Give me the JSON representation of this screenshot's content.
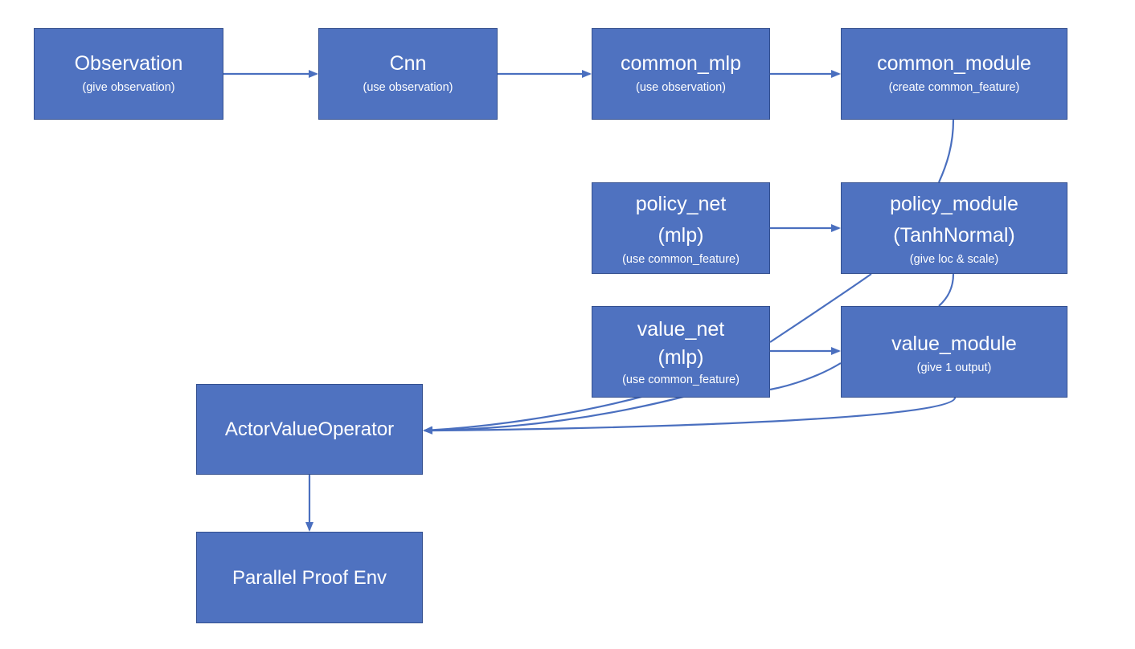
{
  "nodes": {
    "observation": {
      "title": "Observation",
      "sub": "(give observation)"
    },
    "cnn": {
      "title": "Cnn",
      "sub": "(use observation)"
    },
    "common_mlp": {
      "title": "common_mlp",
      "sub": "(use observation)"
    },
    "common_module": {
      "title": "common_module",
      "sub": "(create common_feature)"
    },
    "policy_net": {
      "title": "policy_net",
      "title2": "(mlp)",
      "sub": "(use common_feature)"
    },
    "policy_module": {
      "title": "policy_module",
      "title2": "(TanhNormal)",
      "sub": "(give loc & scale)"
    },
    "value_net": {
      "title": "value_net",
      "title2": "(mlp)",
      "sub": "(use common_feature)"
    },
    "value_module": {
      "title": "value_module",
      "sub": "(give 1 output)"
    },
    "actor_value_operator": {
      "title": "ActorValueOperator"
    },
    "parallel_proof_env": {
      "title": "Parallel Proof Env"
    }
  },
  "edges": [
    {
      "from": "observation",
      "to": "cnn",
      "arrow": true
    },
    {
      "from": "cnn",
      "to": "common_mlp",
      "arrow": true
    },
    {
      "from": "common_mlp",
      "to": "common_module",
      "arrow": true
    },
    {
      "from": "common_module",
      "to": "policy_module",
      "arrow": false
    },
    {
      "from": "policy_net",
      "to": "policy_module",
      "arrow": true
    },
    {
      "from": "policy_module",
      "to": "value_net",
      "arrow": false
    },
    {
      "from": "policy_module",
      "to": "value_module",
      "arrow": false
    },
    {
      "from": "value_net",
      "to": "value_module",
      "arrow": true
    },
    {
      "from": "value_module",
      "to": "value_net",
      "arrow": false
    },
    {
      "from": "value_net",
      "to": "actor_value_operator",
      "arrow": true
    },
    {
      "from": "value_module",
      "to": "actor_value_operator",
      "arrow": true
    },
    {
      "from": "actor_value_operator",
      "to": "parallel_proof_env",
      "arrow": true
    }
  ],
  "colors": {
    "node_fill": "#4f72c0",
    "node_border": "#34508f",
    "edge": "#4a6fbf",
    "text": "#ffffff"
  }
}
